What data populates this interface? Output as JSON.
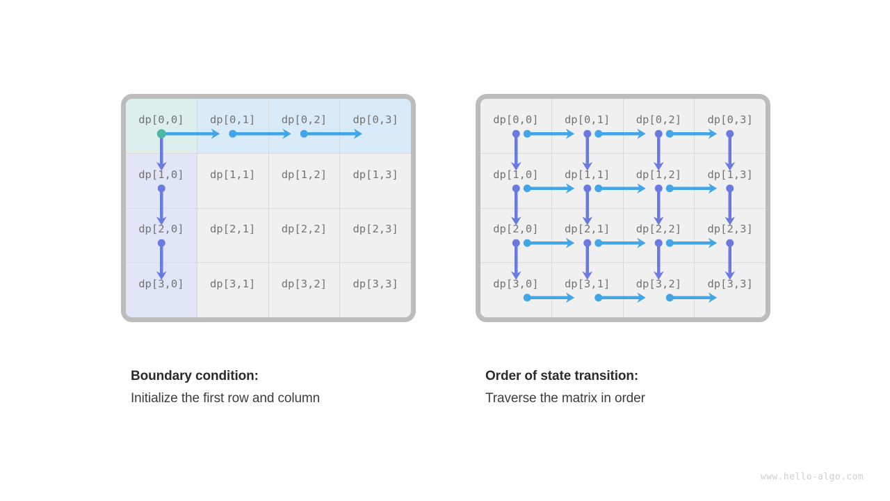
{
  "page": {
    "background": "#ffffff",
    "watermark": "www.hello-algo.com"
  },
  "colors": {
    "panel_border": "#bcbcbc",
    "cell_default": "#f0f0f0",
    "cell_first_row": "#d9eaf9",
    "cell_origin": "#dcefec",
    "cell_first_col": "#e2e4f7",
    "grid_line": "#d8d8d8",
    "label_text": "#737373",
    "arrow_right": "#42a5e8",
    "arrow_down": "#6b7ae0",
    "dot_origin": "#4db6a5",
    "caption_title": "#2b2b2b",
    "caption_sub": "#3c3c3c",
    "watermark": "#cfcfcf"
  },
  "panels": [
    {
      "id": "boundary-condition",
      "cells": [
        [
          {
            "label": "dp[0,0]",
            "fill": "origin"
          },
          {
            "label": "dp[0,1]",
            "fill": "first-row"
          },
          {
            "label": "dp[0,2]",
            "fill": "first-row"
          },
          {
            "label": "dp[0,3]",
            "fill": "first-row"
          }
        ],
        [
          {
            "label": "dp[1,0]",
            "fill": "first-col"
          },
          {
            "label": "dp[1,1]",
            "fill": "default"
          },
          {
            "label": "dp[1,2]",
            "fill": "default"
          },
          {
            "label": "dp[1,3]",
            "fill": "default"
          }
        ],
        [
          {
            "label": "dp[2,0]",
            "fill": "first-col"
          },
          {
            "label": "dp[2,1]",
            "fill": "default"
          },
          {
            "label": "dp[2,2]",
            "fill": "default"
          },
          {
            "label": "dp[2,3]",
            "fill": "default"
          }
        ],
        [
          {
            "label": "dp[3,0]",
            "fill": "first-col"
          },
          {
            "label": "dp[3,1]",
            "fill": "default"
          },
          {
            "label": "dp[3,2]",
            "fill": "default"
          },
          {
            "label": "dp[3,3]",
            "fill": "default"
          }
        ]
      ],
      "arrows": {
        "right": [
          {
            "from": [
              0,
              0
            ],
            "to": [
              0,
              1
            ],
            "origin_dot": "teal"
          },
          {
            "from": [
              0,
              1
            ],
            "to": [
              0,
              2
            ],
            "origin_dot": "blue"
          },
          {
            "from": [
              0,
              2
            ],
            "to": [
              0,
              3
            ],
            "origin_dot": "blue"
          }
        ],
        "down": [
          {
            "from": [
              0,
              0
            ],
            "to": [
              1,
              0
            ]
          },
          {
            "from": [
              1,
              0
            ],
            "to": [
              2,
              0
            ]
          },
          {
            "from": [
              2,
              0
            ],
            "to": [
              3,
              0
            ]
          }
        ]
      },
      "caption": {
        "title": "Boundary condition:",
        "subtitle": "Initialize the first row and column"
      }
    },
    {
      "id": "state-transition-order",
      "cells": [
        [
          {
            "label": "dp[0,0]",
            "fill": "default"
          },
          {
            "label": "dp[0,1]",
            "fill": "default"
          },
          {
            "label": "dp[0,2]",
            "fill": "default"
          },
          {
            "label": "dp[0,3]",
            "fill": "default"
          }
        ],
        [
          {
            "label": "dp[1,0]",
            "fill": "default"
          },
          {
            "label": "dp[1,1]",
            "fill": "default"
          },
          {
            "label": "dp[1,2]",
            "fill": "default"
          },
          {
            "label": "dp[1,3]",
            "fill": "default"
          }
        ],
        [
          {
            "label": "dp[2,0]",
            "fill": "default"
          },
          {
            "label": "dp[2,1]",
            "fill": "default"
          },
          {
            "label": "dp[2,2]",
            "fill": "default"
          },
          {
            "label": "dp[2,3]",
            "fill": "default"
          }
        ],
        [
          {
            "label": "dp[3,0]",
            "fill": "default"
          },
          {
            "label": "dp[3,1]",
            "fill": "default"
          },
          {
            "label": "dp[3,2]",
            "fill": "default"
          },
          {
            "label": "dp[3,3]",
            "fill": "default"
          }
        ]
      ],
      "arrows": {
        "right": [
          {
            "from": [
              0,
              0
            ],
            "to": [
              0,
              1
            ]
          },
          {
            "from": [
              0,
              1
            ],
            "to": [
              0,
              2
            ]
          },
          {
            "from": [
              0,
              2
            ],
            "to": [
              0,
              3
            ]
          },
          {
            "from": [
              1,
              0
            ],
            "to": [
              1,
              1
            ]
          },
          {
            "from": [
              1,
              1
            ],
            "to": [
              1,
              2
            ]
          },
          {
            "from": [
              1,
              2
            ],
            "to": [
              1,
              3
            ]
          },
          {
            "from": [
              2,
              0
            ],
            "to": [
              2,
              1
            ]
          },
          {
            "from": [
              2,
              1
            ],
            "to": [
              2,
              2
            ]
          },
          {
            "from": [
              2,
              2
            ],
            "to": [
              2,
              3
            ]
          },
          {
            "from": [
              3,
              0
            ],
            "to": [
              3,
              1
            ]
          },
          {
            "from": [
              3,
              1
            ],
            "to": [
              3,
              2
            ]
          },
          {
            "from": [
              3,
              2
            ],
            "to": [
              3,
              3
            ]
          }
        ],
        "down": [
          {
            "from": [
              0,
              0
            ],
            "to": [
              1,
              0
            ]
          },
          {
            "from": [
              0,
              1
            ],
            "to": [
              1,
              1
            ]
          },
          {
            "from": [
              0,
              2
            ],
            "to": [
              1,
              2
            ]
          },
          {
            "from": [
              0,
              3
            ],
            "to": [
              1,
              3
            ]
          },
          {
            "from": [
              1,
              0
            ],
            "to": [
              2,
              0
            ]
          },
          {
            "from": [
              1,
              1
            ],
            "to": [
              2,
              1
            ]
          },
          {
            "from": [
              1,
              2
            ],
            "to": [
              2,
              2
            ]
          },
          {
            "from": [
              1,
              3
            ],
            "to": [
              2,
              3
            ]
          },
          {
            "from": [
              2,
              0
            ],
            "to": [
              3,
              0
            ]
          },
          {
            "from": [
              2,
              1
            ],
            "to": [
              3,
              1
            ]
          },
          {
            "from": [
              2,
              2
            ],
            "to": [
              3,
              2
            ]
          },
          {
            "from": [
              2,
              3
            ],
            "to": [
              3,
              3
            ]
          }
        ]
      },
      "caption": {
        "title": "Order of state transition:",
        "subtitle": "Traverse the matrix in order"
      }
    }
  ]
}
